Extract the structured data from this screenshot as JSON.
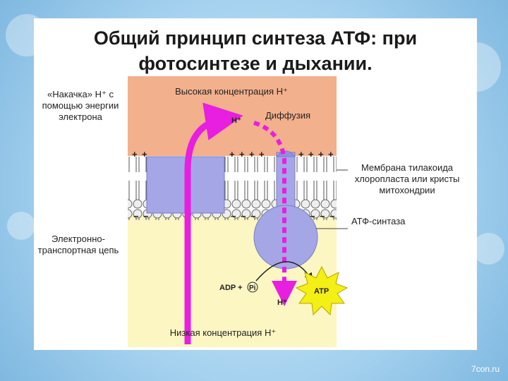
{
  "title": "Общий принцип синтеза АТФ: при фотосинтезе  и дыхании.",
  "labels": {
    "pump": "«Накачка» H⁺ с помощью энергии электрона",
    "high_conc": "Высокая концентрация H⁺",
    "diffusion": "Диффузия",
    "membrane": "Мембрана тилакоида хлоропласта или кристы митохондрии",
    "atp_synthase": "АТФ-синтаза",
    "etc": "Электронно-транспортная цепь",
    "low_conc": "Низкая концентрация H⁺",
    "h_plus_top": "H⁺",
    "h_plus_bottom": "H⁺",
    "adp": "ADP +",
    "pi": "Pi",
    "atp": "ATP",
    "plus": "+",
    "minus": "−"
  },
  "watermark": "7con.ru",
  "colors": {
    "high_zone": "#f2b08d",
    "low_zone": "#fbf6c2",
    "protein": "#a4a6e6",
    "arrow": "#e81ee0",
    "atp_burst": "#f4ef14",
    "background": "#8fc4e8"
  }
}
